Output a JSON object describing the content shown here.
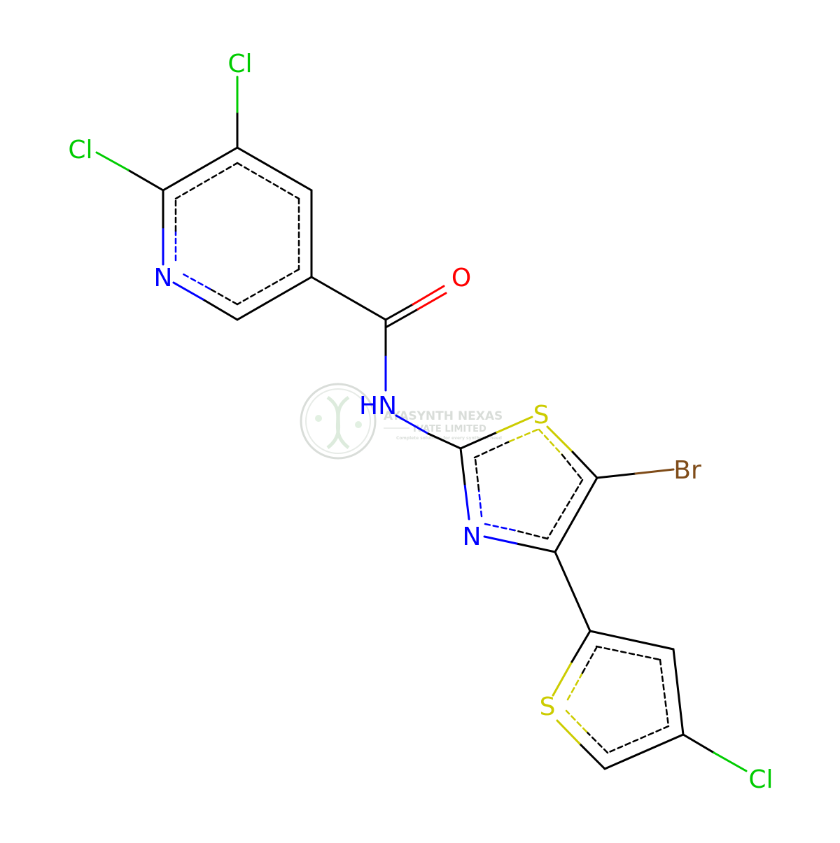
{
  "colors": {
    "bond": "#000000",
    "nitrogen": "#0000FF",
    "oxygen": "#FF0000",
    "chlorine": "#00CC00",
    "sulfur": "#CCCC00",
    "bromine": "#7F4C19",
    "watermark": "#D3D8D3"
  },
  "atoms": {
    "cl1": "Cl",
    "cl2": "Cl",
    "n_pyridine": "N",
    "o": "O",
    "nh": "HN",
    "s_thiazole": "S",
    "br": "Br",
    "n_thiazole": "N",
    "s_thiophene": "S",
    "cl3": "Cl"
  },
  "watermark": {
    "title": "AYASYNTH NEXAS",
    "subtitle": "IVATE LIMITED",
    "tagline": "Complete solutions for every synthesis need",
    "icon": "dna-helix-icon"
  }
}
